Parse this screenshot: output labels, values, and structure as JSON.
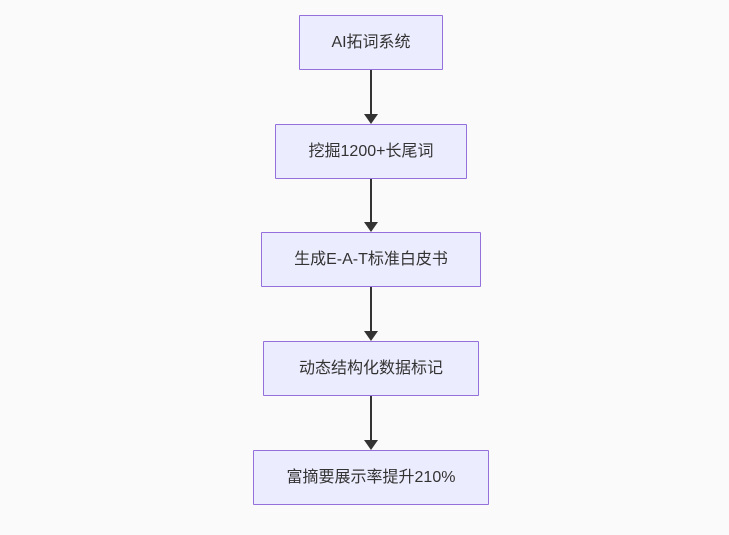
{
  "diagram": {
    "type": "flowchart",
    "direction": "top-down",
    "nodes": [
      {
        "id": "n1",
        "label": "AI拓词系统"
      },
      {
        "id": "n2",
        "label": "挖掘1200+长尾词"
      },
      {
        "id": "n3",
        "label": "生成E-A-T标准白皮书"
      },
      {
        "id": "n4",
        "label": "动态结构化数据标记"
      },
      {
        "id": "n5",
        "label": "富摘要展示率提升210%"
      }
    ],
    "edges": [
      {
        "from": "n1",
        "to": "n2",
        "style": "arrow-down"
      },
      {
        "from": "n2",
        "to": "n3",
        "style": "arrow-down"
      },
      {
        "from": "n3",
        "to": "n4",
        "style": "arrow-down"
      },
      {
        "from": "n4",
        "to": "n5",
        "style": "arrow-down"
      }
    ],
    "colors": {
      "node_fill": "#ececff",
      "node_border": "#9370db",
      "arrow": "#333333",
      "text": "#333333",
      "background": "#fafafa"
    }
  }
}
